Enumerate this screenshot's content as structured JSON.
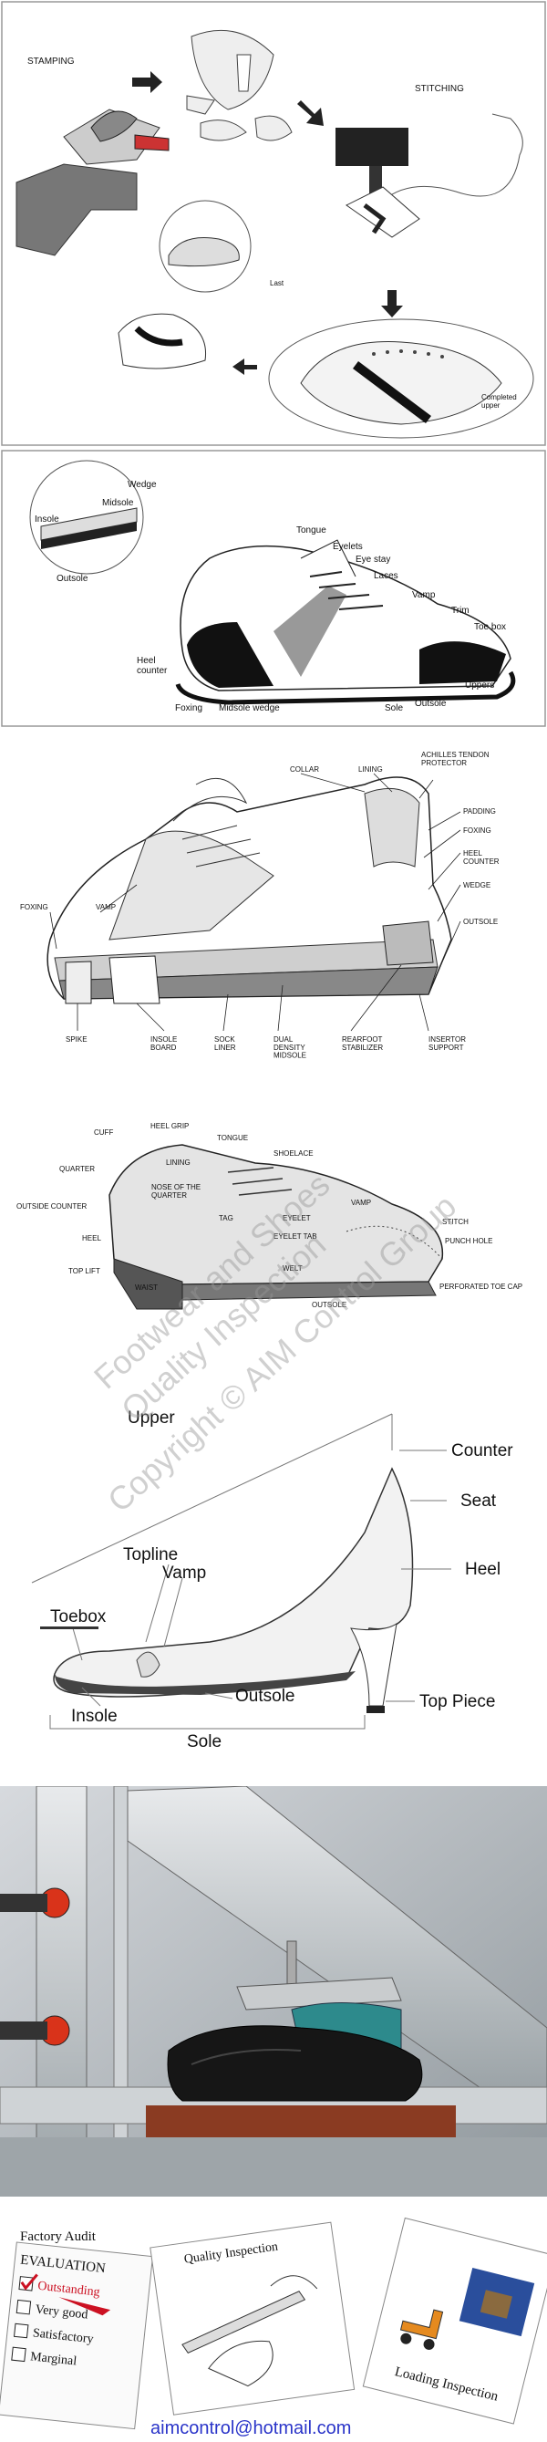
{
  "panel1": {
    "labels": {
      "stamping": "STAMPING",
      "stitching": "STITCHING",
      "last": "Last",
      "completed_upper": "Completed\nupper"
    }
  },
  "panel2": {
    "labels": {
      "wedge": "Wedge",
      "midsole": "Midsole",
      "insole": "Insole",
      "outsole_inset": "Outsole",
      "tongue": "Tongue",
      "eyelets": "Eyelets",
      "eye_stay": "Eye stay",
      "laces": "Laces",
      "vamp": "Vamp",
      "trim": "Trim",
      "toe_box": "Toe box",
      "heel_counter": "Heel\ncounter",
      "foxing": "Foxing",
      "midsole_wedge": "Midsole wedge",
      "sole": "Sole",
      "outsole": "Outsole",
      "uppers": "Uppers"
    }
  },
  "panel3": {
    "labels": {
      "collar": "COLLAR",
      "lining": "LINING",
      "achilles": "ACHILLES TENDON\nPROTECTOR",
      "padding": "PADDING",
      "foxing_r": "FOXING",
      "heel_counter": "HEEL\nCOUNTER",
      "wedge": "WEDGE",
      "outsole": "OUTSOLE",
      "foxing_l": "FOXING",
      "vamp": "VAMP",
      "spike": "SPIKE",
      "insole_board": "INSOLE\nBOARD",
      "sock_liner": "SOCK\nLINER",
      "dual_density": "DUAL\nDENSITY\nMIDSOLE",
      "rearfoot": "REARFOOT\nSTABILIZER",
      "insertor": "INSERTOR\nSUPPORT"
    }
  },
  "panel4": {
    "labels": {
      "cuff": "CUFF",
      "heel_grip": "HEEL GRIP",
      "tongue": "TONGUE",
      "shoelace": "SHOELACE",
      "quarter": "QUARTER",
      "lining": "LINING",
      "nose_of_quarter": "NOSE OF THE\nQUARTER",
      "outside_counter": "OUTSIDE COUNTER",
      "vamp": "VAMP",
      "tag": "TAG",
      "eyelet": "EYELET",
      "eyelet_tab": "EYELET TAB",
      "stitch": "STITCH",
      "heel": "HEEL",
      "punch_hole": "PUNCH HOLE",
      "top_lift": "TOP LIFT",
      "waist": "WAIST",
      "welt": "WELT",
      "perforated_toe_cap": "PERFORATED TOE CAP",
      "outsole": "OUTSOLE"
    }
  },
  "panel5": {
    "labels": {
      "upper": "Upper",
      "counter": "Counter",
      "topline": "Topline",
      "vamp": "Vamp",
      "seat": "Seat",
      "toebox": "Toebox",
      "heel": "Heel",
      "top_piece": "Top Piece",
      "insole": "Insole",
      "outsole": "Outsole",
      "sole": "Sole"
    }
  },
  "panel7": {
    "factory_audit": "Factory Audit",
    "evaluation": "EVALUATION",
    "checklist": [
      "Outstanding",
      "Very good",
      "Satisfactory",
      "Marginal"
    ],
    "quality_inspection": "Quality Inspection",
    "loading_inspection": "Loading Inspection",
    "email": "aimcontrol@hotmail.com"
  },
  "watermark": {
    "line1": "Footwear and Shoes",
    "line2": "Quality Inspection",
    "line3": "Copyright © AIM Control Group"
  },
  "colors": {
    "email": "#2b35c9",
    "check": "#cc1122",
    "machine_teal": "#2d8a8c",
    "orange": "#e58a1f"
  }
}
